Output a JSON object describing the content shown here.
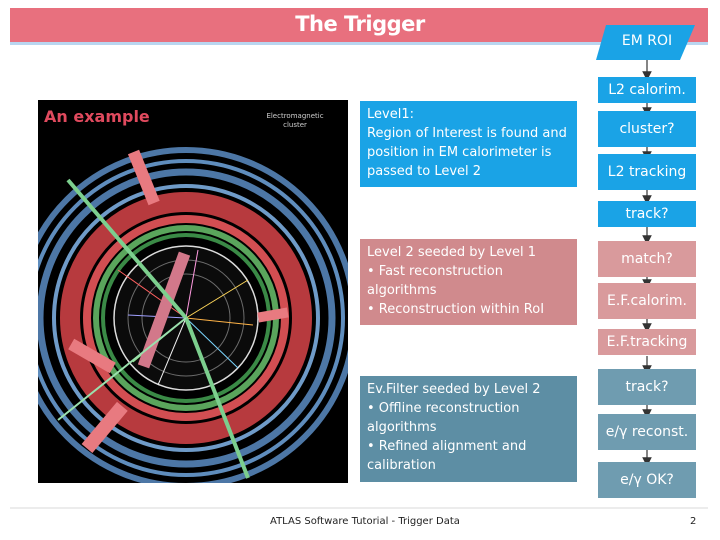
{
  "slide": {
    "title": "The Trigger",
    "example_label": "An example",
    "em_cluster_label": "Electromagnetic cluster",
    "footer": "ATLAS Software Tutorial - Trigger Data",
    "page_number": "2"
  },
  "boxes": {
    "level1": [
      "Level1:",
      "Region of Interest is found and position in EM calorimeter is passed to Level 2"
    ],
    "level2": [
      "Level 2 seeded by Level 1",
      "• Fast reconstruction algorithms",
      "• Reconstruction within RoI"
    ],
    "ef": [
      "Ev.Filter seeded by Level 2",
      "• Offline reconstruction algorithms",
      "• Refined alignment and calibration"
    ]
  },
  "flow": {
    "em_roi": "EM ROI",
    "l2_calorim": "L2 calorim.",
    "cluster": "cluster?",
    "l2_tracking": "L2 tracking",
    "track1": "track?",
    "match": "match?",
    "ef_calorim": "E.F.calorim.",
    "ef_tracking": "E.F.tracking",
    "track2": "track?",
    "egamma_reconst": "e/γ reconst.",
    "egamma_ok": "e/γ OK?"
  },
  "colors": {
    "title_bar": "#e8707e",
    "level1": "#1aa3e6",
    "level2": "#d08a8d",
    "ef": "#5d8ea4",
    "flow_blue": "#1aa3e6",
    "flow_pink": "#d99a9c",
    "flow_teal": "#6f9cb0"
  }
}
